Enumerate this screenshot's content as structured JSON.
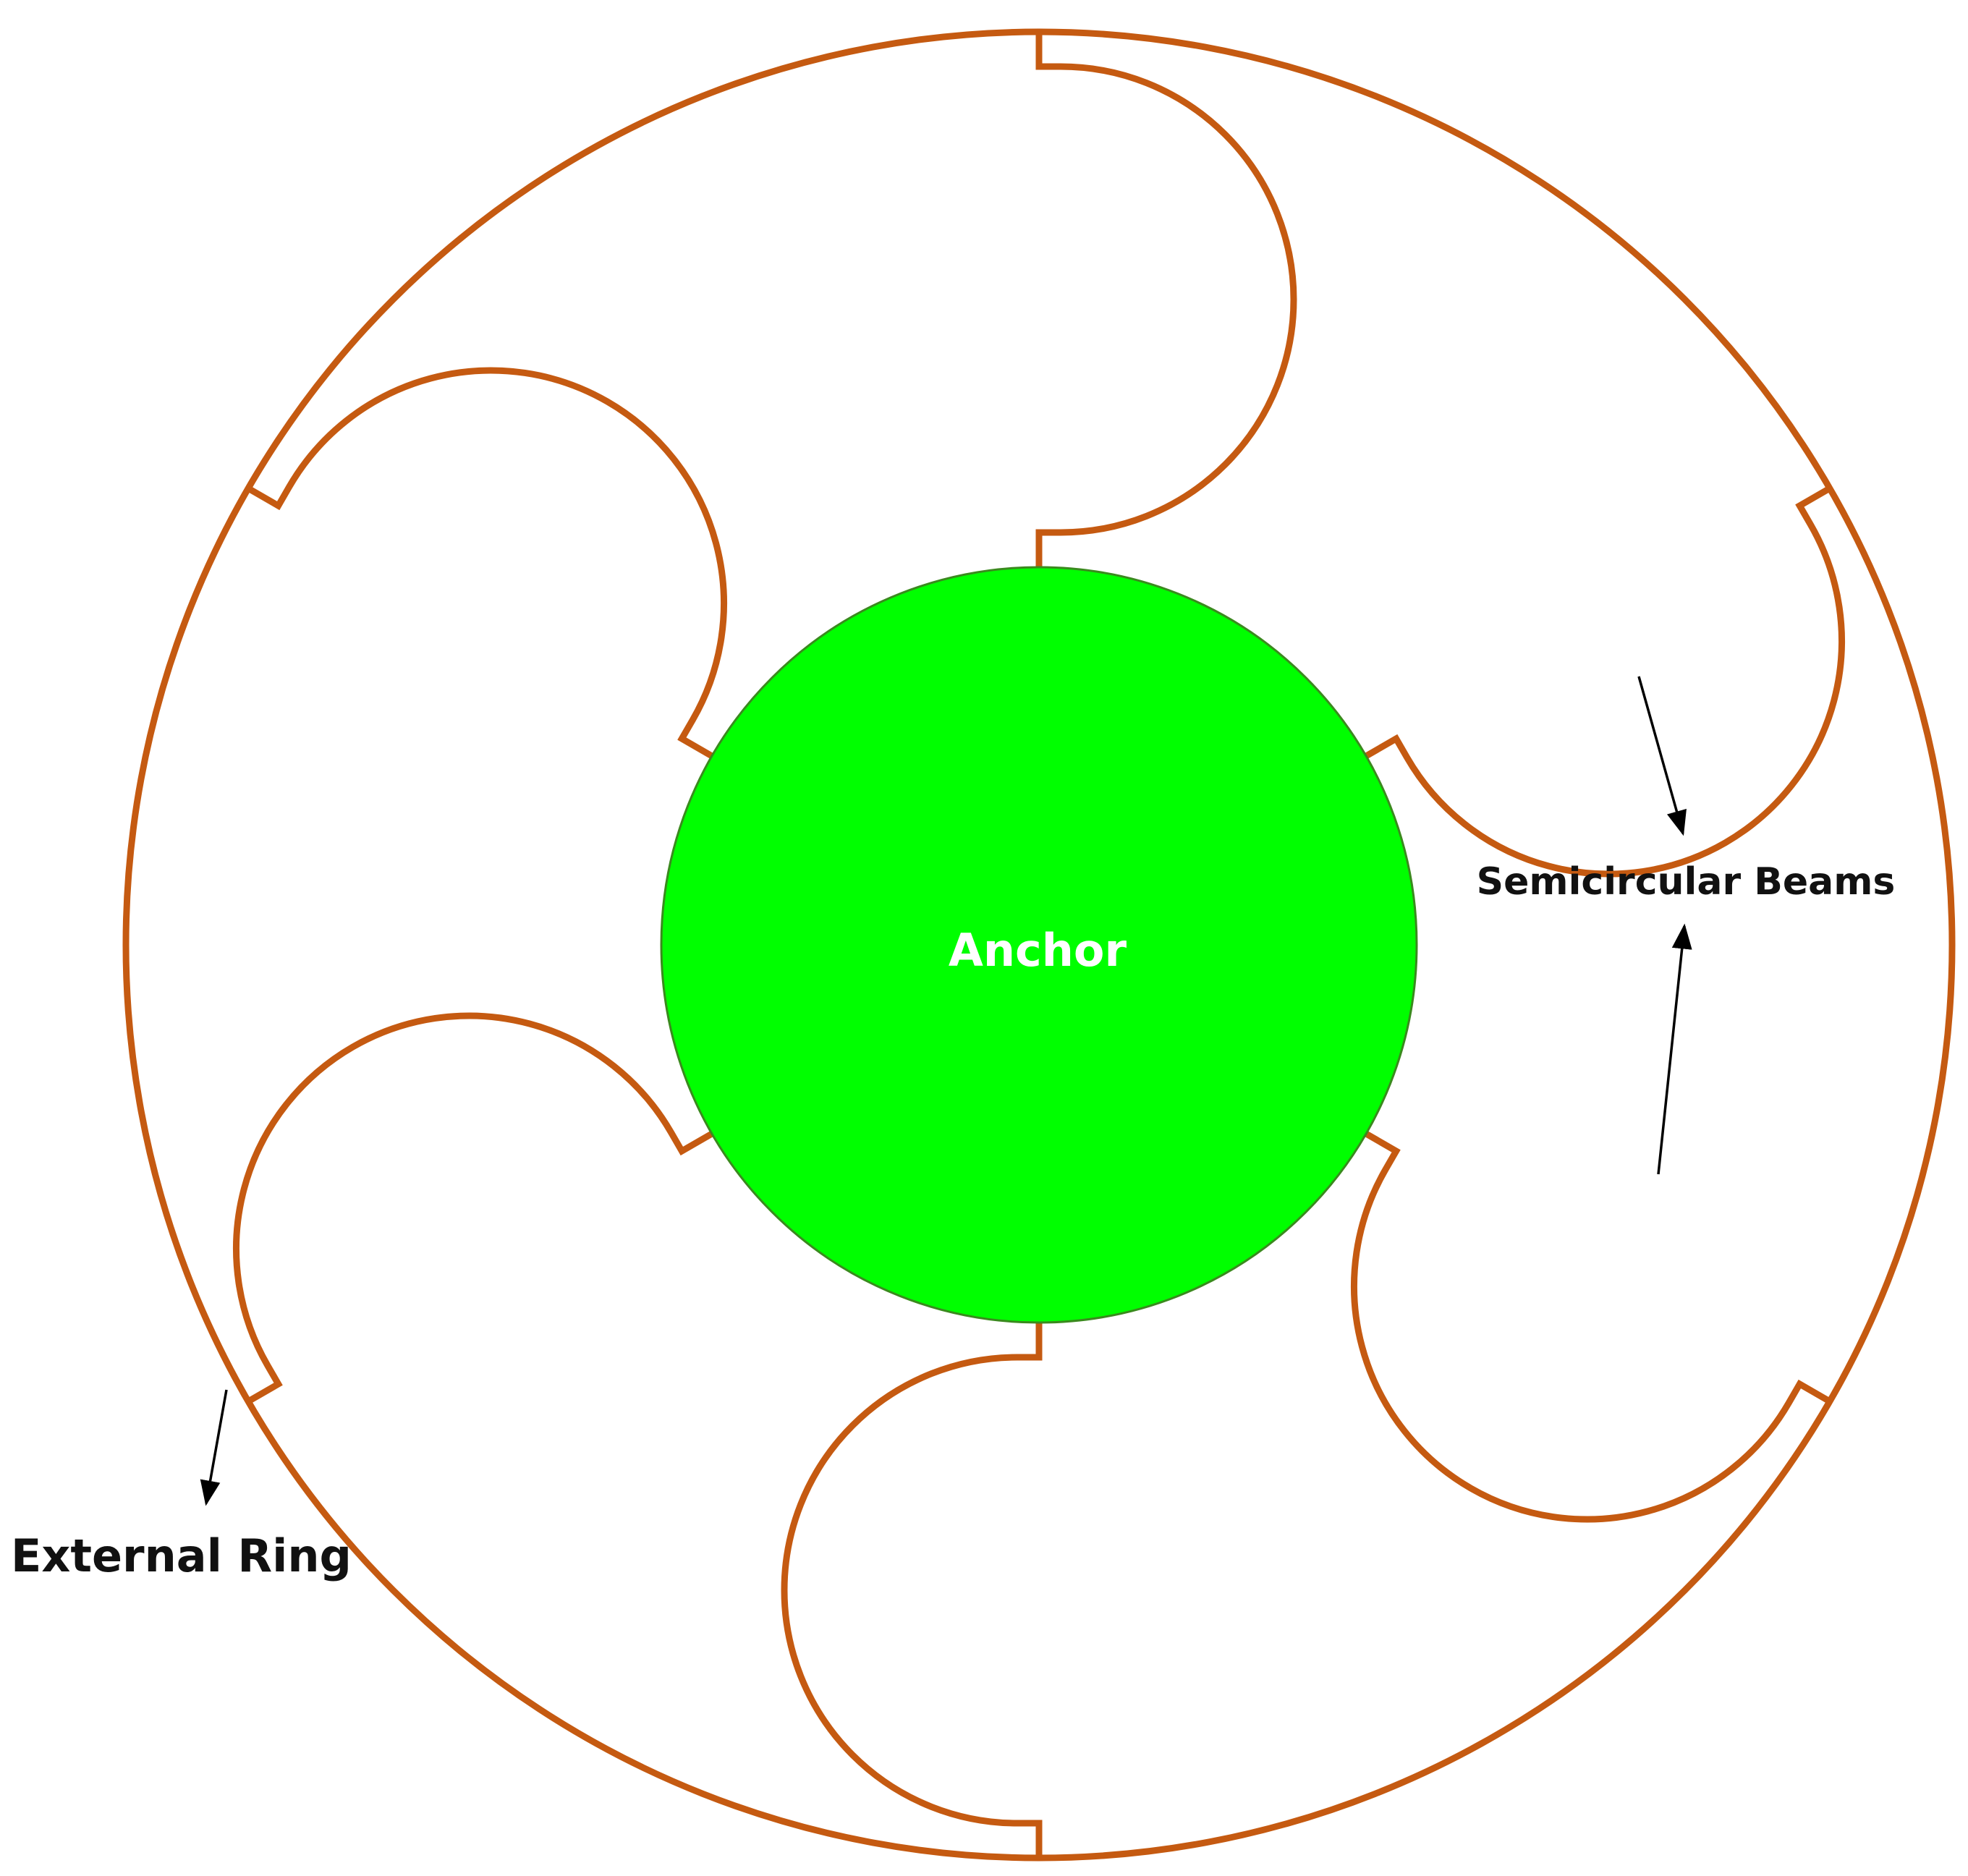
{
  "labels": {
    "anchor": "Anchor",
    "semicircular_beams": "Semicircular Beams",
    "external_ring": "External Ring"
  },
  "colors": {
    "beam": "#C55A11",
    "anchor_fill": "#00FF00",
    "anchor_stroke": "#3A8A1E",
    "anchor_text": "#FFFFFF",
    "label_text": "#111111",
    "arrow": "#000000"
  },
  "structure": {
    "beam_count": 6
  }
}
